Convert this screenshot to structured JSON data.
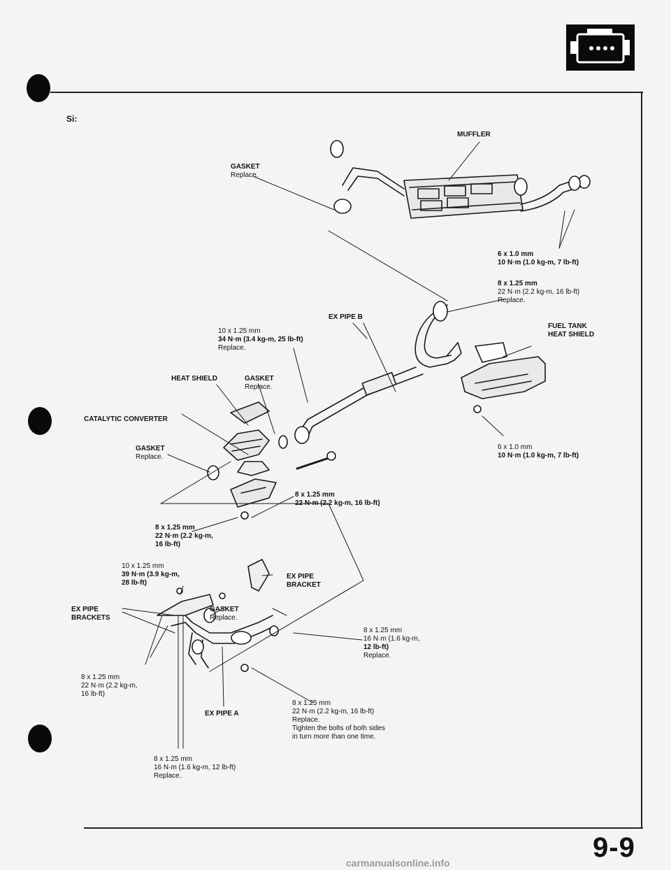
{
  "section_label": "Si:",
  "page_number": "9-9",
  "watermark": "carmanualsonline.info",
  "badge_icon": "engine-icon",
  "callouts": {
    "muffler": "MUFFLER",
    "gasket_top": {
      "name": "GASKET",
      "note": "Replace."
    },
    "bolt_6x10_top": {
      "size": "6 x 1.0 mm",
      "torque": "10 N·m (1.0 kg-m, 7 lb-ft)"
    },
    "bolt_8x125_top": {
      "size": "8 x 1.25 mm",
      "torque": "22 N·m (2.2 kg-m, 16 lb-ft)",
      "note": "Replace."
    },
    "ex_pipe_b": "EX PIPE B",
    "fuel_tank_heat_shield": {
      "line1": "FUEL TANK",
      "line2": "HEAT SHIELD"
    },
    "bolt_10x125_34": {
      "size": "10 x 1.25 mm",
      "torque": "34 N·m (3.4 kg-m, 25 lb-ft)",
      "note": "Replace."
    },
    "heat_shield": "HEAT SHIELD",
    "gasket_mid": {
      "name": "GASKET",
      "note": "Replace."
    },
    "catalytic_converter": "CATALYTIC CONVERTER",
    "gasket_left": {
      "name": "GASKET",
      "note": "Replace."
    },
    "bolt_6x10_right": {
      "size": "6 x 1.0 mm",
      "torque": "10 N·m (1.0 kg-m, 7 lb-ft)"
    },
    "bolt_8x125_mid": {
      "size": "8 x 1.25 mm",
      "torque": "22 N·m (2.2 kg-m, 16 lb-ft)"
    },
    "bolt_8x125_left": {
      "size": "8 x 1.25 mm",
      "torque_line1": "22 N·m (2.2 kg-m,",
      "torque_line2": "16 lb-ft)"
    },
    "bolt_10x125_39": {
      "size": "10 x 1.25 mm",
      "torque_line1": "39 N·m (3.9 kg-m,",
      "torque_line2": "28 lb-ft)"
    },
    "ex_pipe_bracket": {
      "line1": "EX PIPE",
      "line2": "BRACKET"
    },
    "ex_pipe_brackets": {
      "line1": "EX PIPE",
      "line2": "BRACKETS"
    },
    "gasket_low": {
      "name": "GASKET",
      "note": "Replace."
    },
    "bolt_8x125_16": {
      "size": "8 x 1.25 mm",
      "torque_line1": "16 N·m (1.6 kg-m,",
      "torque_line2": "12 lb-ft)",
      "note": "Replace."
    },
    "bolt_8x125_lowleft": {
      "size": "8 x 1.25 mm",
      "torque_line1": "22 N·m (2.2 kg-m,",
      "torque_line2": "16 lb-ft)"
    },
    "ex_pipe_a": "EX PIPE A",
    "bolt_8x125_tighten": {
      "size": "8 x 1.25 mm",
      "torque": "22 N·m (2.2 kg-m, 16 lb-ft)",
      "note": "Replace.",
      "line4": "Tighten the bolts of both sides",
      "line5": "in turn more than one time."
    },
    "bolt_8x125_bottom": {
      "size": "8 x 1.25 mm",
      "torque": "16 N·m (1.6 kg-m, 12 lb-ft)",
      "note": "Replace."
    }
  }
}
